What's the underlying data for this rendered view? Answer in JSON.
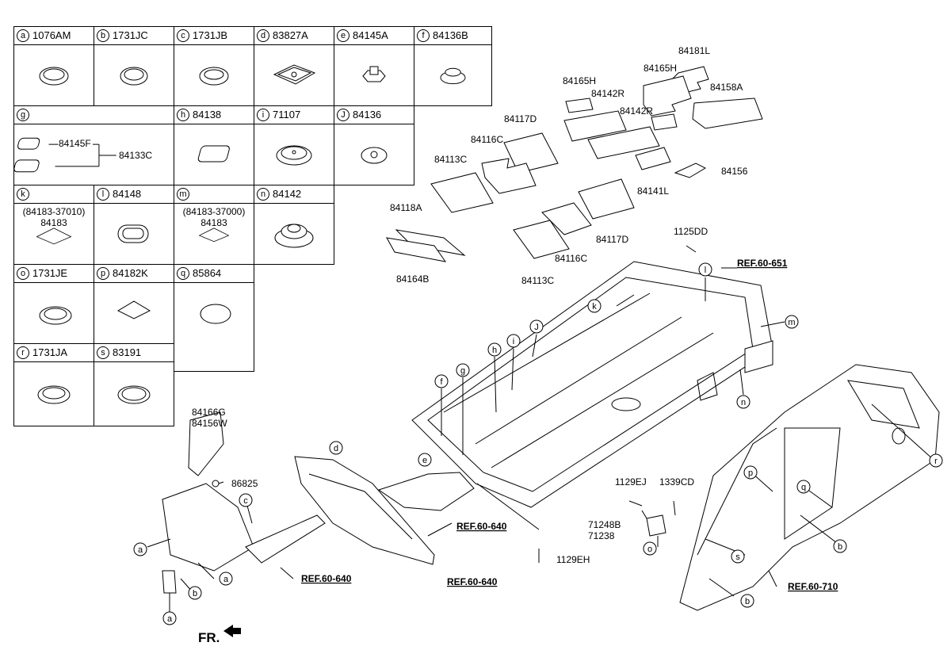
{
  "legend": {
    "a": {
      "letter": "a",
      "part": "1076AM"
    },
    "b": {
      "letter": "b",
      "part": "1731JC"
    },
    "c": {
      "letter": "c",
      "part": "1731JB"
    },
    "d": {
      "letter": "d",
      "part": "83827A"
    },
    "e": {
      "letter": "e",
      "part": "84145A"
    },
    "f": {
      "letter": "f",
      "part": "84136B"
    },
    "g": {
      "letter": "g",
      "part": "",
      "sub1": "84145F",
      "sub2": "84133C"
    },
    "h": {
      "letter": "h",
      "part": "84138"
    },
    "i": {
      "letter": "i",
      "part": "71107"
    },
    "j": {
      "letter": "J",
      "part": "84136"
    },
    "k": {
      "letter": "k",
      "part": "",
      "sub1": "(84183-37010)",
      "sub2": "84183"
    },
    "l": {
      "letter": "l",
      "part": "84148"
    },
    "m": {
      "letter": "m",
      "part": "",
      "sub1": "(84183-37000)",
      "sub2": "84183"
    },
    "n": {
      "letter": "n",
      "part": "84142"
    },
    "o": {
      "letter": "o",
      "part": "1731JE"
    },
    "p": {
      "letter": "p",
      "part": "84182K"
    },
    "q": {
      "letter": "q",
      "part": "85864"
    },
    "r": {
      "letter": "r",
      "part": "1731JA"
    },
    "s": {
      "letter": "s",
      "part": "83191"
    }
  },
  "labels": {
    "p84181L": "84181L",
    "p84165H_a": "84165H",
    "p84165H_b": "84165H",
    "p84158A": "84158A",
    "p84142R_a": "84142R",
    "p84142R_b": "84142R",
    "p84117D_a": "84117D",
    "p84116C_a": "84116C",
    "p84113C_a": "84113C",
    "p84141L": "84141L",
    "p84156": "84156",
    "p84118A": "84118A",
    "p84117D_b": "84117D",
    "p84116C_b": "84116C",
    "p84113C_b": "84113C",
    "p84164B": "84164B",
    "p1125DD": "1125DD",
    "p84166G": "84166G",
    "p84156W": "84156W",
    "p86825": "86825",
    "p1129EJ": "1129EJ",
    "p1339CD": "1339CD",
    "p71248B": "71248B",
    "p71238": "71238",
    "p1129EH": "1129EH"
  },
  "refs": {
    "r651": "REF.60-651",
    "r640a": "REF.60-640",
    "r640b": "REF.60-640",
    "r640c": "REF.60-640",
    "r710": "REF.60-710"
  },
  "callouts": {
    "k": "k",
    "l": "l",
    "m": "m",
    "n": "n",
    "j": "J",
    "i": "i",
    "h": "h",
    "g": "g",
    "f": "f",
    "d": "d",
    "e": "e",
    "c": "c",
    "a1": "a",
    "a2": "a",
    "a3": "a",
    "b1": "b",
    "p": "p",
    "q": "q",
    "s": "s",
    "b2": "b",
    "b3": "b",
    "r": "r",
    "o": "o"
  },
  "fr": "FR."
}
